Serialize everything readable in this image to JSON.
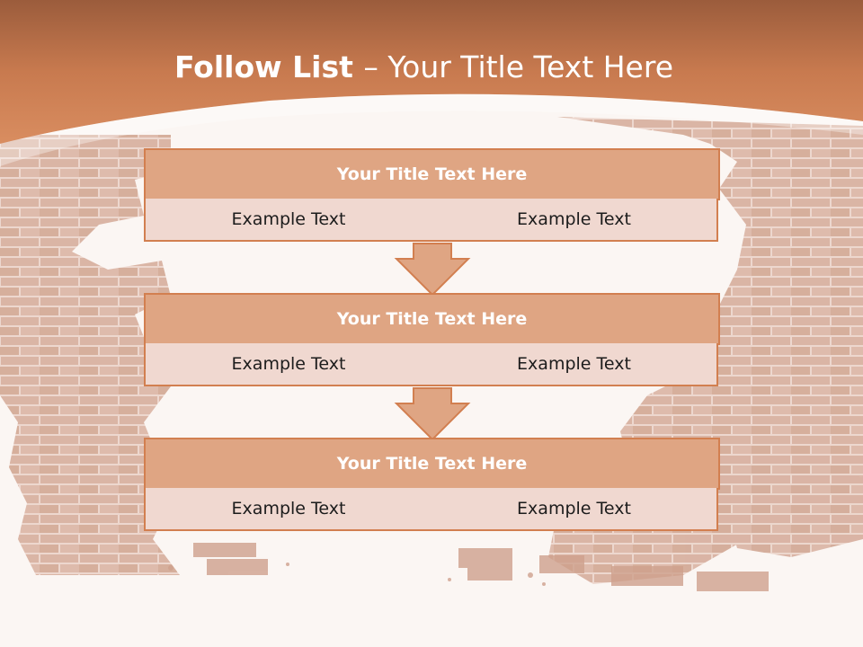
{
  "slide": {
    "title_bold": "Follow List ",
    "title_rest": " – Your Title Text Here"
  },
  "blocks": [
    {
      "title": "Your Title Text Here",
      "left": "Example Text",
      "right": "Example Text"
    },
    {
      "title": "Your Title Text Here",
      "left": "Example Text",
      "right": "Example Text"
    },
    {
      "title": "Your Title Text Here",
      "left": "Example Text",
      "right": "Example Text"
    }
  ],
  "colors": {
    "header_band": "#d2875a",
    "block_header_fill": "#dfa583",
    "block_cell_fill": "#f0d8d0",
    "border": "#d27f50",
    "brick": "#cc9a86"
  }
}
